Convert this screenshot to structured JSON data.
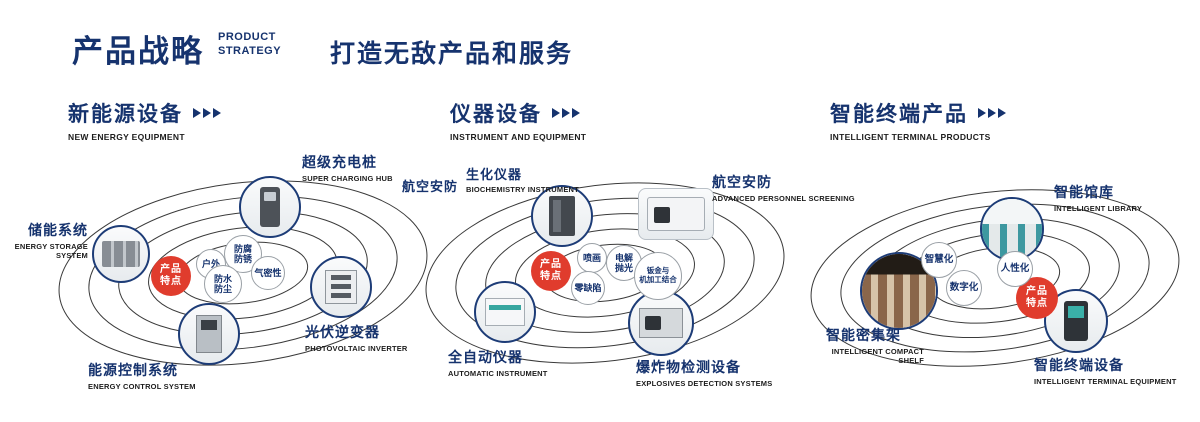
{
  "colors": {
    "navy": "#16336e",
    "badge_red": "#e03c2d",
    "ring": "#3a3a3a"
  },
  "header": {
    "title": "产品战略",
    "subtitle_top": "PRODUCT",
    "subtitle_bottom": "STRATEGY",
    "tagline": "打造无敌产品和服务"
  },
  "sections": [
    {
      "heading": "新能源设备",
      "heading_en": "NEW ENERGY EQUIPMENT",
      "badge": "产品\n特点",
      "features": [
        "户外",
        "防腐\n防锈",
        "气密性",
        "防水\n防尘"
      ],
      "products": [
        {
          "name": "超级充电桩",
          "en": "SUPER CHARGING HUB"
        },
        {
          "name": "储能系统",
          "en": "ENERGY STORAGE SYSTEM"
        },
        {
          "name": "光伏逆变器",
          "en": "PHOTOVOLTAIC INVERTER"
        },
        {
          "name": "能源控制系统",
          "en": "ENERGY CONTROL SYSTEM"
        }
      ]
    },
    {
      "heading": "仪器设备",
      "heading_en": "INSTRUMENT AND EQUIPMENT",
      "badge": "产品\n特点",
      "side_label": "航空安防",
      "features": [
        "喷画",
        "电解\n抛光",
        "零缺陷",
        "钣金与\n机加工结合"
      ],
      "products": [
        {
          "name": "生化仪器",
          "en": "BIOCHEMISTRY INSTRUMENT"
        },
        {
          "name": "航空安防",
          "en": "ADVANCED PERSONNEL SCREENING"
        },
        {
          "name": "全自动仪器",
          "en": "AUTOMATIC INSTRUMENT"
        },
        {
          "name": "爆炸物检测设备",
          "en": "EXPLOSIVES DETECTION SYSTEMS"
        }
      ]
    },
    {
      "heading": "智能终端产品",
      "heading_en": "INTELLIGENT TERMINAL PRODUCTS",
      "badge": "产品\n特点",
      "features": [
        "智慧化",
        "人性化",
        "数字化"
      ],
      "products": [
        {
          "name": "智能馆库",
          "en": "INTELLIGENT LIBRARY"
        },
        {
          "name": "智能密集架",
          "en": "INTELLIGENT COMPACT SHELF"
        },
        {
          "name": "智能终端设备",
          "en": "INTELLIGENT TERMINAL EQUIPMENT"
        }
      ]
    }
  ]
}
